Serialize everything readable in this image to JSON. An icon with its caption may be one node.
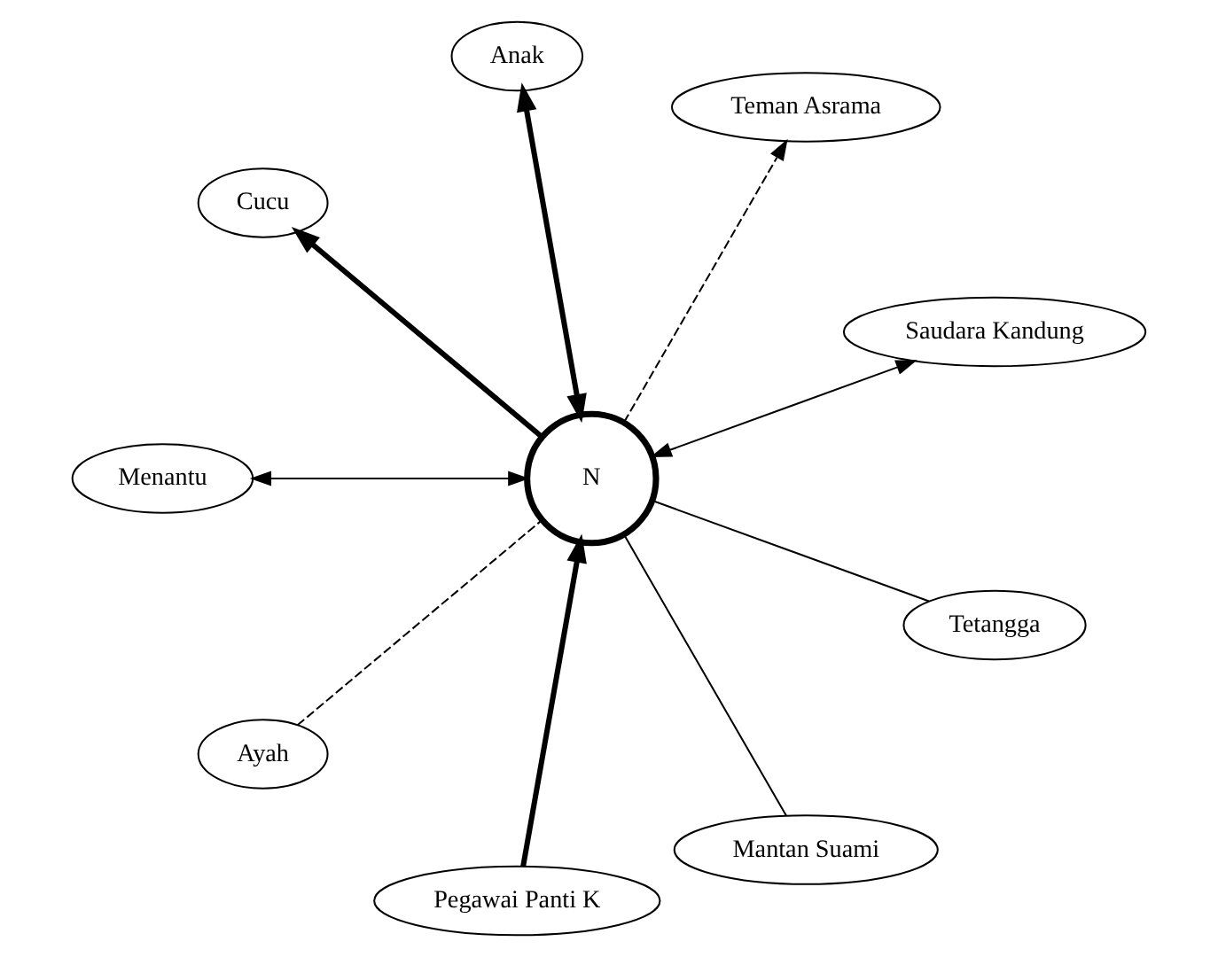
{
  "diagram": {
    "nodes": [
      {
        "text": [
          "N"
        ]
      },
      {
        "text": [
          "Ayah"
        ]
      },
      {
        "text": [
          "Pegawai Panti K"
        ]
      },
      {
        "text": [
          "Saudara Kandung"
        ]
      },
      {
        "text": [
          "Teman Asrama"
        ]
      },
      {
        "text": [
          "Mantan Suami"
        ]
      },
      {
        "text": [
          "Tetangga"
        ]
      },
      {
        "text": [
          "Anak"
        ]
      },
      {
        "text": [
          "Cucu"
        ]
      },
      {
        "text": [
          "Menantu"
        ]
      }
    ],
    "edges": [
      {
        "from": 1,
        "to": 0,
        "arrow": "none",
        "style": "dashed"
      },
      {
        "from": 2,
        "to": 0,
        "arrow": "to",
        "style": "thick"
      },
      {
        "from": 0,
        "to": 3,
        "arrow": "both"
      },
      {
        "from": 0,
        "to": 4,
        "arrow": "to",
        "style": "dashed"
      },
      {
        "from": 5,
        "to": 0,
        "arrow": "none"
      },
      {
        "from": 6,
        "to": 0,
        "arrow": "none"
      },
      {
        "from": 0,
        "to": 7,
        "arrow": "both",
        "style": "thick"
      },
      {
        "from": 0,
        "to": 8,
        "arrow": "to",
        "style": "thick"
      },
      {
        "from": 0,
        "to": 9,
        "arrow": "both"
      }
    ]
  }
}
